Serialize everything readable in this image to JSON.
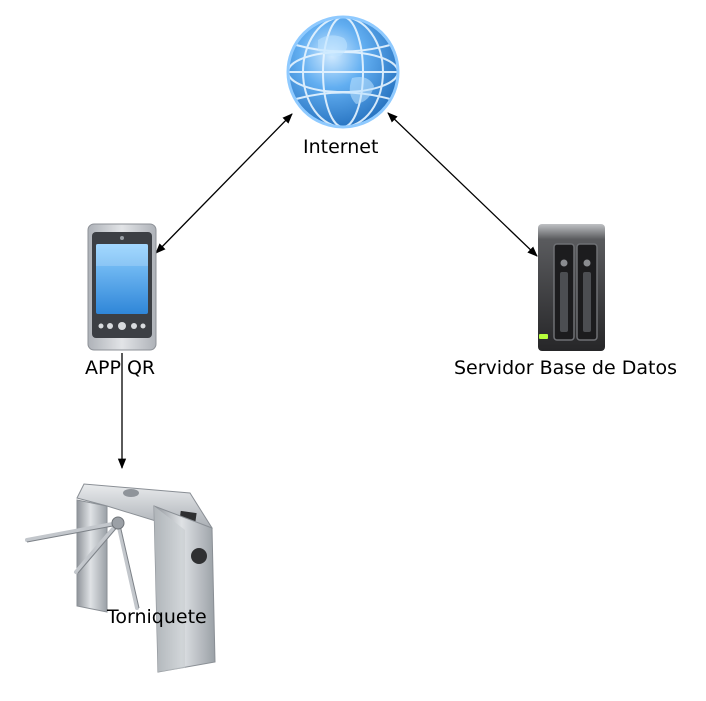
{
  "nodes": {
    "internet": {
      "label": "Internet",
      "icon": "globe-icon"
    },
    "app": {
      "label": "APP QR",
      "icon": "smartphone-icon"
    },
    "server": {
      "label": "Servidor Base de Datos",
      "icon": "server-icon"
    },
    "turnstile": {
      "label": "Torniquete",
      "icon": "turnstile-icon"
    }
  },
  "connections": [
    {
      "from": "internet",
      "to": "app",
      "direction": "both"
    },
    {
      "from": "internet",
      "to": "server",
      "direction": "both"
    },
    {
      "from": "app",
      "to": "turnstile",
      "direction": "forward"
    }
  ],
  "colors": {
    "globe": "#3a8fd6",
    "phone_body": "#c9ccd1",
    "phone_screen": "#4fa8ef",
    "server_body": "#3a3a3a",
    "server_led": "#b7ff3c",
    "turnstile_metal": "#b9bdc2",
    "line": "#000000"
  }
}
